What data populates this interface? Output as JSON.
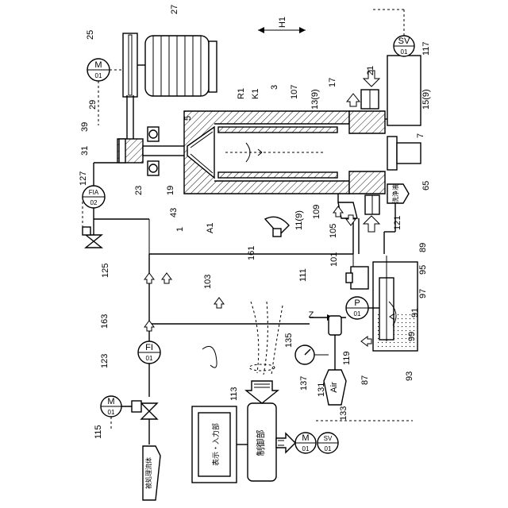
{
  "orientation_label": "H1",
  "reference_numbers": {
    "n1": "1",
    "n3": "3",
    "n5": "5",
    "n7": "7",
    "n11": "11(9)",
    "n13": "13(9)",
    "n15": "15(9)",
    "n17": "17",
    "n19": "19",
    "n21": "21",
    "n23": "23",
    "n25": "25",
    "n27": "27",
    "n29": "29",
    "n31": "31",
    "n39": "39",
    "n43": "43",
    "n65": "65",
    "n87": "87",
    "n89": "89",
    "n91": "91",
    "n93": "93",
    "n95": "95",
    "n97": "97",
    "n99": "99",
    "n101": "101",
    "n103": "103",
    "n105": "105",
    "n107": "107",
    "n109": "109",
    "n111": "111",
    "n113": "113",
    "n115": "115",
    "n117": "117",
    "n119": "119",
    "n121": "121",
    "n123": "123",
    "n125": "125",
    "n127": "127",
    "n131": "131",
    "n133": "133",
    "n135": "135",
    "n137": "137",
    "n161": "161",
    "n163": "163",
    "R1": "R1",
    "K1": "K1",
    "A1": "A1"
  },
  "instruments": {
    "motor_top": {
      "tag": "M",
      "num": "01"
    },
    "solenoid_top": {
      "tag": "SV",
      "num": "01"
    },
    "fia": {
      "tag": "FIA",
      "num": "02"
    },
    "fi": {
      "tag": "FI",
      "num": "01"
    },
    "pump": {
      "tag": "P",
      "num": "01"
    },
    "motor_valve": {
      "tag": "M",
      "num": "01"
    },
    "motor_ctrl": {
      "tag": "M",
      "num": "01"
    },
    "solenoid_ctrl": {
      "tag": "SV",
      "num": "01"
    }
  },
  "labels": {
    "control_unit": "制御部",
    "display_input": "表示・入力部",
    "air": "Air",
    "wash_liquid": "洗浄液",
    "fluid_to_treat": "被処理流体",
    "z": "Z"
  },
  "icons": [
    "motor-icon",
    "valve-icon",
    "arrow-icon",
    "gauge-icon",
    "lamp-icon"
  ]
}
